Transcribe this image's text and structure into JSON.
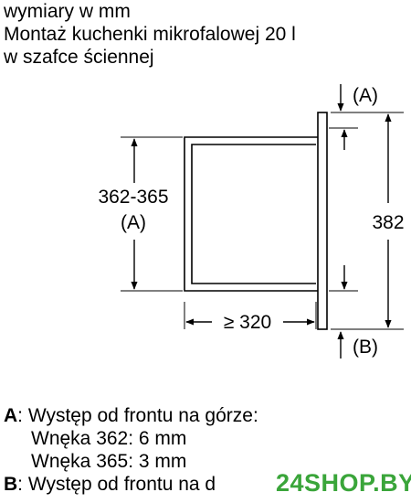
{
  "title": {
    "line1": "wymiary w mm",
    "line2": "Montaż kuchenki mikrofalowej 20 l",
    "line3": "w szafce ściennej"
  },
  "drawing": {
    "label_A_top": "(A)",
    "label_B_bottom": "(B)",
    "height_label": "382",
    "niche_height_label": "362-365",
    "niche_height_ref": "(A)",
    "depth_label": "≥ 320"
  },
  "notes": {
    "a_key": "A",
    "a_text": ": Występ od frontu na górze:",
    "a_line2": "Wnęka 362: 6 mm",
    "a_line3": "Wnęka 365: 3 mm",
    "b_key": "B",
    "b_text": ": Występ od frontu na d"
  },
  "watermark": {
    "text": "24SHOP.BY",
    "color": "#3aa53a"
  }
}
